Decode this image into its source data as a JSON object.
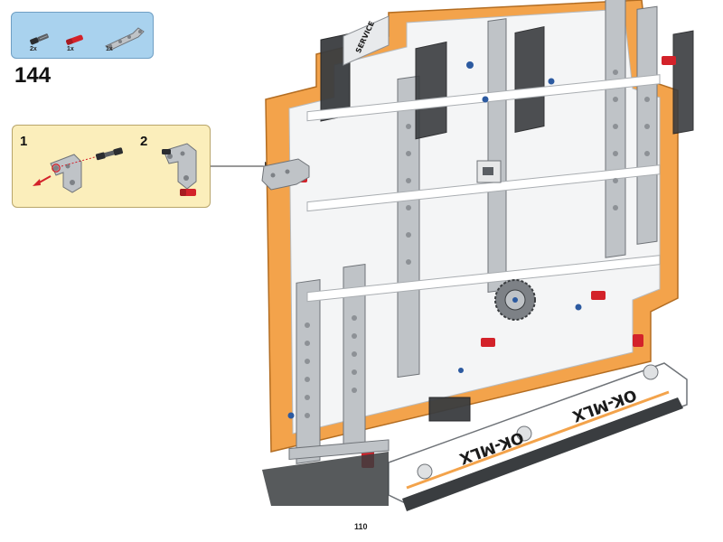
{
  "parts_list": {
    "items": [
      {
        "quantity": "2x",
        "icon": "axle-pin-icon"
      },
      {
        "quantity": "1x",
        "icon": "red-pin-icon"
      },
      {
        "quantity": "1x",
        "icon": "bent-beam-icon"
      }
    ]
  },
  "step": {
    "number": "144"
  },
  "sub_steps": [
    {
      "number": "1"
    },
    {
      "number": "2"
    }
  ],
  "model": {
    "plate_text_left": "OK-MLX",
    "plate_text_right": "OK-MLX",
    "decal_text": "SERVICE"
  },
  "page": {
    "number": "110"
  },
  "colors": {
    "parts_box_bg": "#a9d2ee",
    "sub_box_bg": "#fbeebb",
    "model_orange": "#f3a34b",
    "beam_gray": "#bfc3c7",
    "dark_gray": "#3a3d40",
    "accent_red": "#d3222a",
    "pin_blue": "#2c5aa0"
  }
}
